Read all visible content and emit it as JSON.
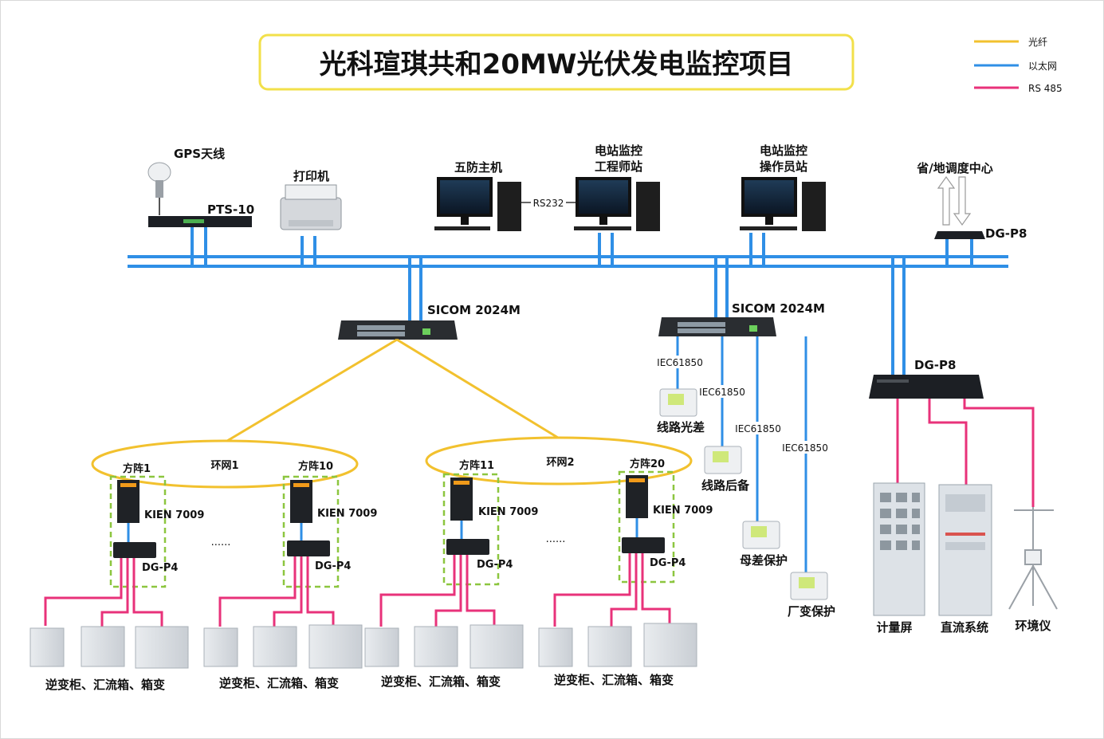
{
  "title": "光科瑄琪共和20MW光伏发电监控项目",
  "legend": [
    {
      "label": "光纤",
      "color": "#f2c12e"
    },
    {
      "label": "以太网",
      "color": "#2f8fe6"
    },
    {
      "label": "RS 485",
      "color": "#e8327a"
    }
  ],
  "colors": {
    "fiber": "#f2c12e",
    "ethernet": "#2f8fe6",
    "rs485": "#e8327a",
    "array_box": "#8cc63f"
  },
  "top": {
    "gps_label": "GPS天线",
    "pts_label": "PTS-10",
    "printer_label": "打印机",
    "wufang_label": "五防主机",
    "rs232_label": "RS232",
    "engineer_label_1": "电站监控",
    "engineer_label_2": "工程师站",
    "operator_label_1": "电站监控",
    "operator_label_2": "操作员站",
    "dispatch_label": "省/地调度中心",
    "dgp8_top_label": "DG-P8"
  },
  "switches": {
    "left_label": "SICOM 2024M",
    "right_label": "SICOM 2024M"
  },
  "rings": [
    {
      "label": "环网1"
    },
    {
      "label": "环网2"
    }
  ],
  "arrays": [
    {
      "label": "方阵1",
      "switch": "KIEN 7009",
      "gateway": "DG-P4",
      "devices": "逆变柜、汇流箱、箱变"
    },
    {
      "label": "方阵10",
      "switch": "KIEN 7009",
      "gateway": "DG-P4",
      "devices": "逆变柜、汇流箱、箱变"
    },
    {
      "label": "方阵11",
      "switch": "KIEN 7009",
      "gateway": "DG-P4",
      "devices": "逆变柜、汇流箱、箱变"
    },
    {
      "label": "方阵20",
      "switch": "KIEN 7009",
      "gateway": "DG-P4",
      "devices": "逆变柜、汇流箱、箱变"
    }
  ],
  "ellipsis": "......",
  "protection": [
    {
      "protocol": "IEC61850",
      "label": "线路光差"
    },
    {
      "protocol": "IEC61850",
      "label": "线路后备"
    },
    {
      "protocol": "IEC61850",
      "label": "母差保护"
    },
    {
      "protocol": "IEC61850",
      "label": "厂变保护"
    }
  ],
  "right_gateway": {
    "label": "DG-P8",
    "devices": [
      {
        "label": "计量屏"
      },
      {
        "label": "直流系统"
      },
      {
        "label": "环境仪"
      }
    ]
  }
}
